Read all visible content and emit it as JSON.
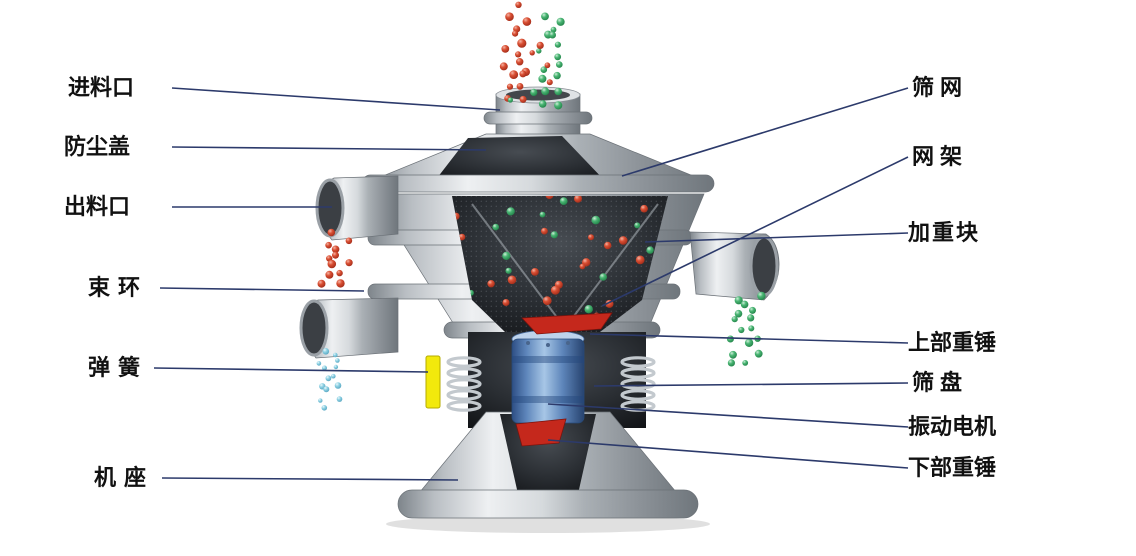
{
  "labels": {
    "left": [
      {
        "text": "进料口",
        "name": "feed-inlet"
      },
      {
        "text": "防尘盖",
        "name": "dust-cover"
      },
      {
        "text": "出料口",
        "name": "discharge-outlet"
      },
      {
        "text": "束环",
        "name": "clamp-ring"
      },
      {
        "text": "弹簧",
        "name": "spring"
      },
      {
        "text": "机座",
        "name": "machine-base"
      }
    ],
    "right": [
      {
        "text": "筛网",
        "name": "screen-mesh"
      },
      {
        "text": "网架",
        "name": "mesh-frame"
      },
      {
        "text": "加重块",
        "name": "weight-block"
      },
      {
        "text": "上部重锤",
        "name": "upper-hammer"
      },
      {
        "text": "筛盘",
        "name": "sieve-tray"
      },
      {
        "text": "振动电机",
        "name": "vibration-motor"
      },
      {
        "text": "下部重锤",
        "name": "lower-hammer"
      }
    ]
  },
  "colors": {
    "background": "#ffffff",
    "label_text": "#111111",
    "leader": "#2c3a6b",
    "particle_red": "#c23b22",
    "particle_green": "#2fa35c",
    "particle_cyan": "#7cc7de",
    "motor_blue": "#4d7fbe",
    "hammer_red": "#c5281c",
    "spring_highlight": "#f2e90c",
    "metal_light": "#eef0f2",
    "metal_dark": "#6f767c",
    "interior_dark": "#121417"
  }
}
